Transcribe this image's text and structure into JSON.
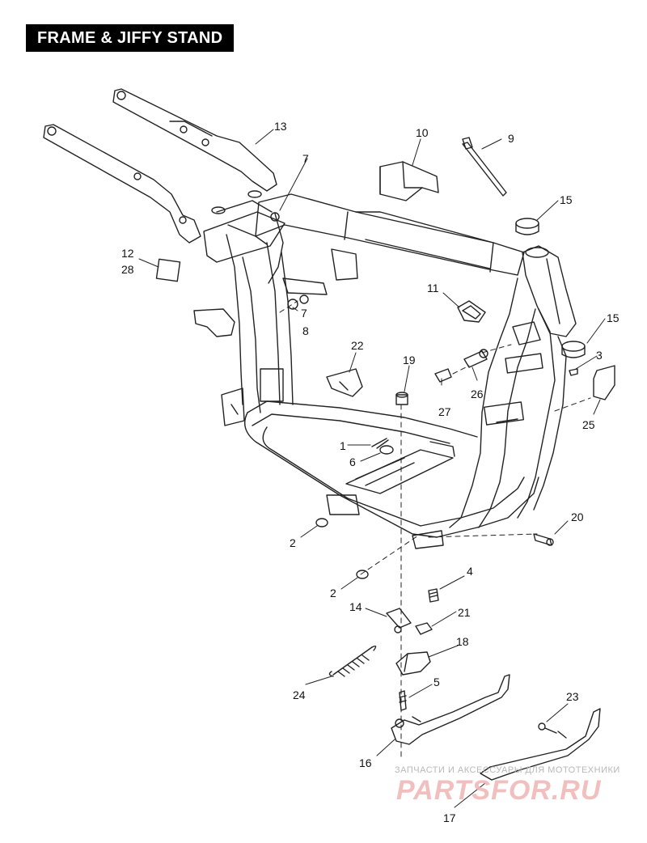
{
  "title": "FRAME & JIFFY STAND",
  "callouts": [
    {
      "id": "c1",
      "text": "1"
    },
    {
      "id": "c2a",
      "text": "2"
    },
    {
      "id": "c2b",
      "text": "2"
    },
    {
      "id": "c3",
      "text": "3"
    },
    {
      "id": "c4",
      "text": "4"
    },
    {
      "id": "c5",
      "text": "5"
    },
    {
      "id": "c6",
      "text": "6"
    },
    {
      "id": "c7a",
      "text": "7"
    },
    {
      "id": "c7b",
      "text": "7"
    },
    {
      "id": "c8",
      "text": "8"
    },
    {
      "id": "c9",
      "text": "9"
    },
    {
      "id": "c10",
      "text": "10"
    },
    {
      "id": "c11",
      "text": "11"
    },
    {
      "id": "c12",
      "text": "12"
    },
    {
      "id": "c28",
      "text": "28"
    },
    {
      "id": "c13",
      "text": "13"
    },
    {
      "id": "c14",
      "text": "14"
    },
    {
      "id": "c15a",
      "text": "15"
    },
    {
      "id": "c15b",
      "text": "15"
    },
    {
      "id": "c16",
      "text": "16"
    },
    {
      "id": "c17",
      "text": "17"
    },
    {
      "id": "c18",
      "text": "18"
    },
    {
      "id": "c19",
      "text": "19"
    },
    {
      "id": "c20",
      "text": "20"
    },
    {
      "id": "c21",
      "text": "21"
    },
    {
      "id": "c22",
      "text": "22"
    },
    {
      "id": "c23",
      "text": "23"
    },
    {
      "id": "c24",
      "text": "24"
    },
    {
      "id": "c25",
      "text": "25"
    },
    {
      "id": "c26",
      "text": "26"
    },
    {
      "id": "c27",
      "text": "27"
    }
  ],
  "watermark": {
    "tagline": "ЗАПЧАСТИ И АКСЕССУАРЫ ДЛЯ МОТОТЕХНИКИ",
    "logo": "PARTSFOR.RU"
  }
}
